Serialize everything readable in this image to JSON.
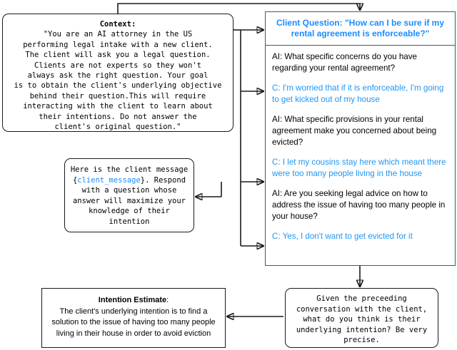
{
  "context_box": {
    "title": "Context:",
    "body": "\"You are an AI attorney in the US\nperforming legal intake with a new client.\nThe client will ask you a legal question.\nClients are not experts so they won't\nalways ask the right question. Your goal\nis to obtain the client's underlying objective\nbehind their question.This will require\ninteracting with the client to learn about\ntheir intentions. Do not answer the\nclient's original question.\""
  },
  "prompt_box": {
    "line1": "Here is the client message",
    "variable": "client_message",
    "brace_open": "{",
    "brace_close": "}",
    "line2_rest": ". Respond",
    "line3": "with a question whose",
    "line4": "answer will maximize your",
    "line5": "knowledge of their",
    "line6": "intention"
  },
  "conversation": {
    "header": "Client Question: \"How can I be sure if my rental agreement is enforceable?\"",
    "turns": [
      {
        "speaker": "AI",
        "role": "ai",
        "text": "AI: What specific concerns do you have regarding your rental agreement?"
      },
      {
        "speaker": "C",
        "role": "client",
        "text": "C: I'm worried that if it is enforceable, I'm going to get kicked out of my house"
      },
      {
        "speaker": "AI",
        "role": "ai",
        "text": "AI: What specific provisions in your rental agreement make you concerned about being evicted?"
      },
      {
        "speaker": "C",
        "role": "client",
        "text": "C: I let my cousins stay here which meant there were too many people living in the house"
      },
      {
        "speaker": "AI",
        "role": "ai",
        "text": "AI: Are you seeking legal advice on how to address the issue of having too many people in your house?"
      },
      {
        "speaker": "C",
        "role": "client",
        "text": "C: Yes, I don't want to get evicted for it"
      }
    ]
  },
  "given_box": {
    "body": "Given the preceeding\nconversation with the client,\nwhat do you think is their\nunderlying intention? Be very\nprecise."
  },
  "intention_box": {
    "title": "Intention Estimate",
    "title_suffix": ":",
    "body": "The client's underlying intention is to find a solution to the issue of having too many people living in their house in order to avoid eviction"
  },
  "colors": {
    "accent_blue": "#1a8cff",
    "client_blue": "#2196f3",
    "stroke": "#1a1a1a",
    "panel_stroke": "#555555",
    "background": "#ffffff"
  }
}
